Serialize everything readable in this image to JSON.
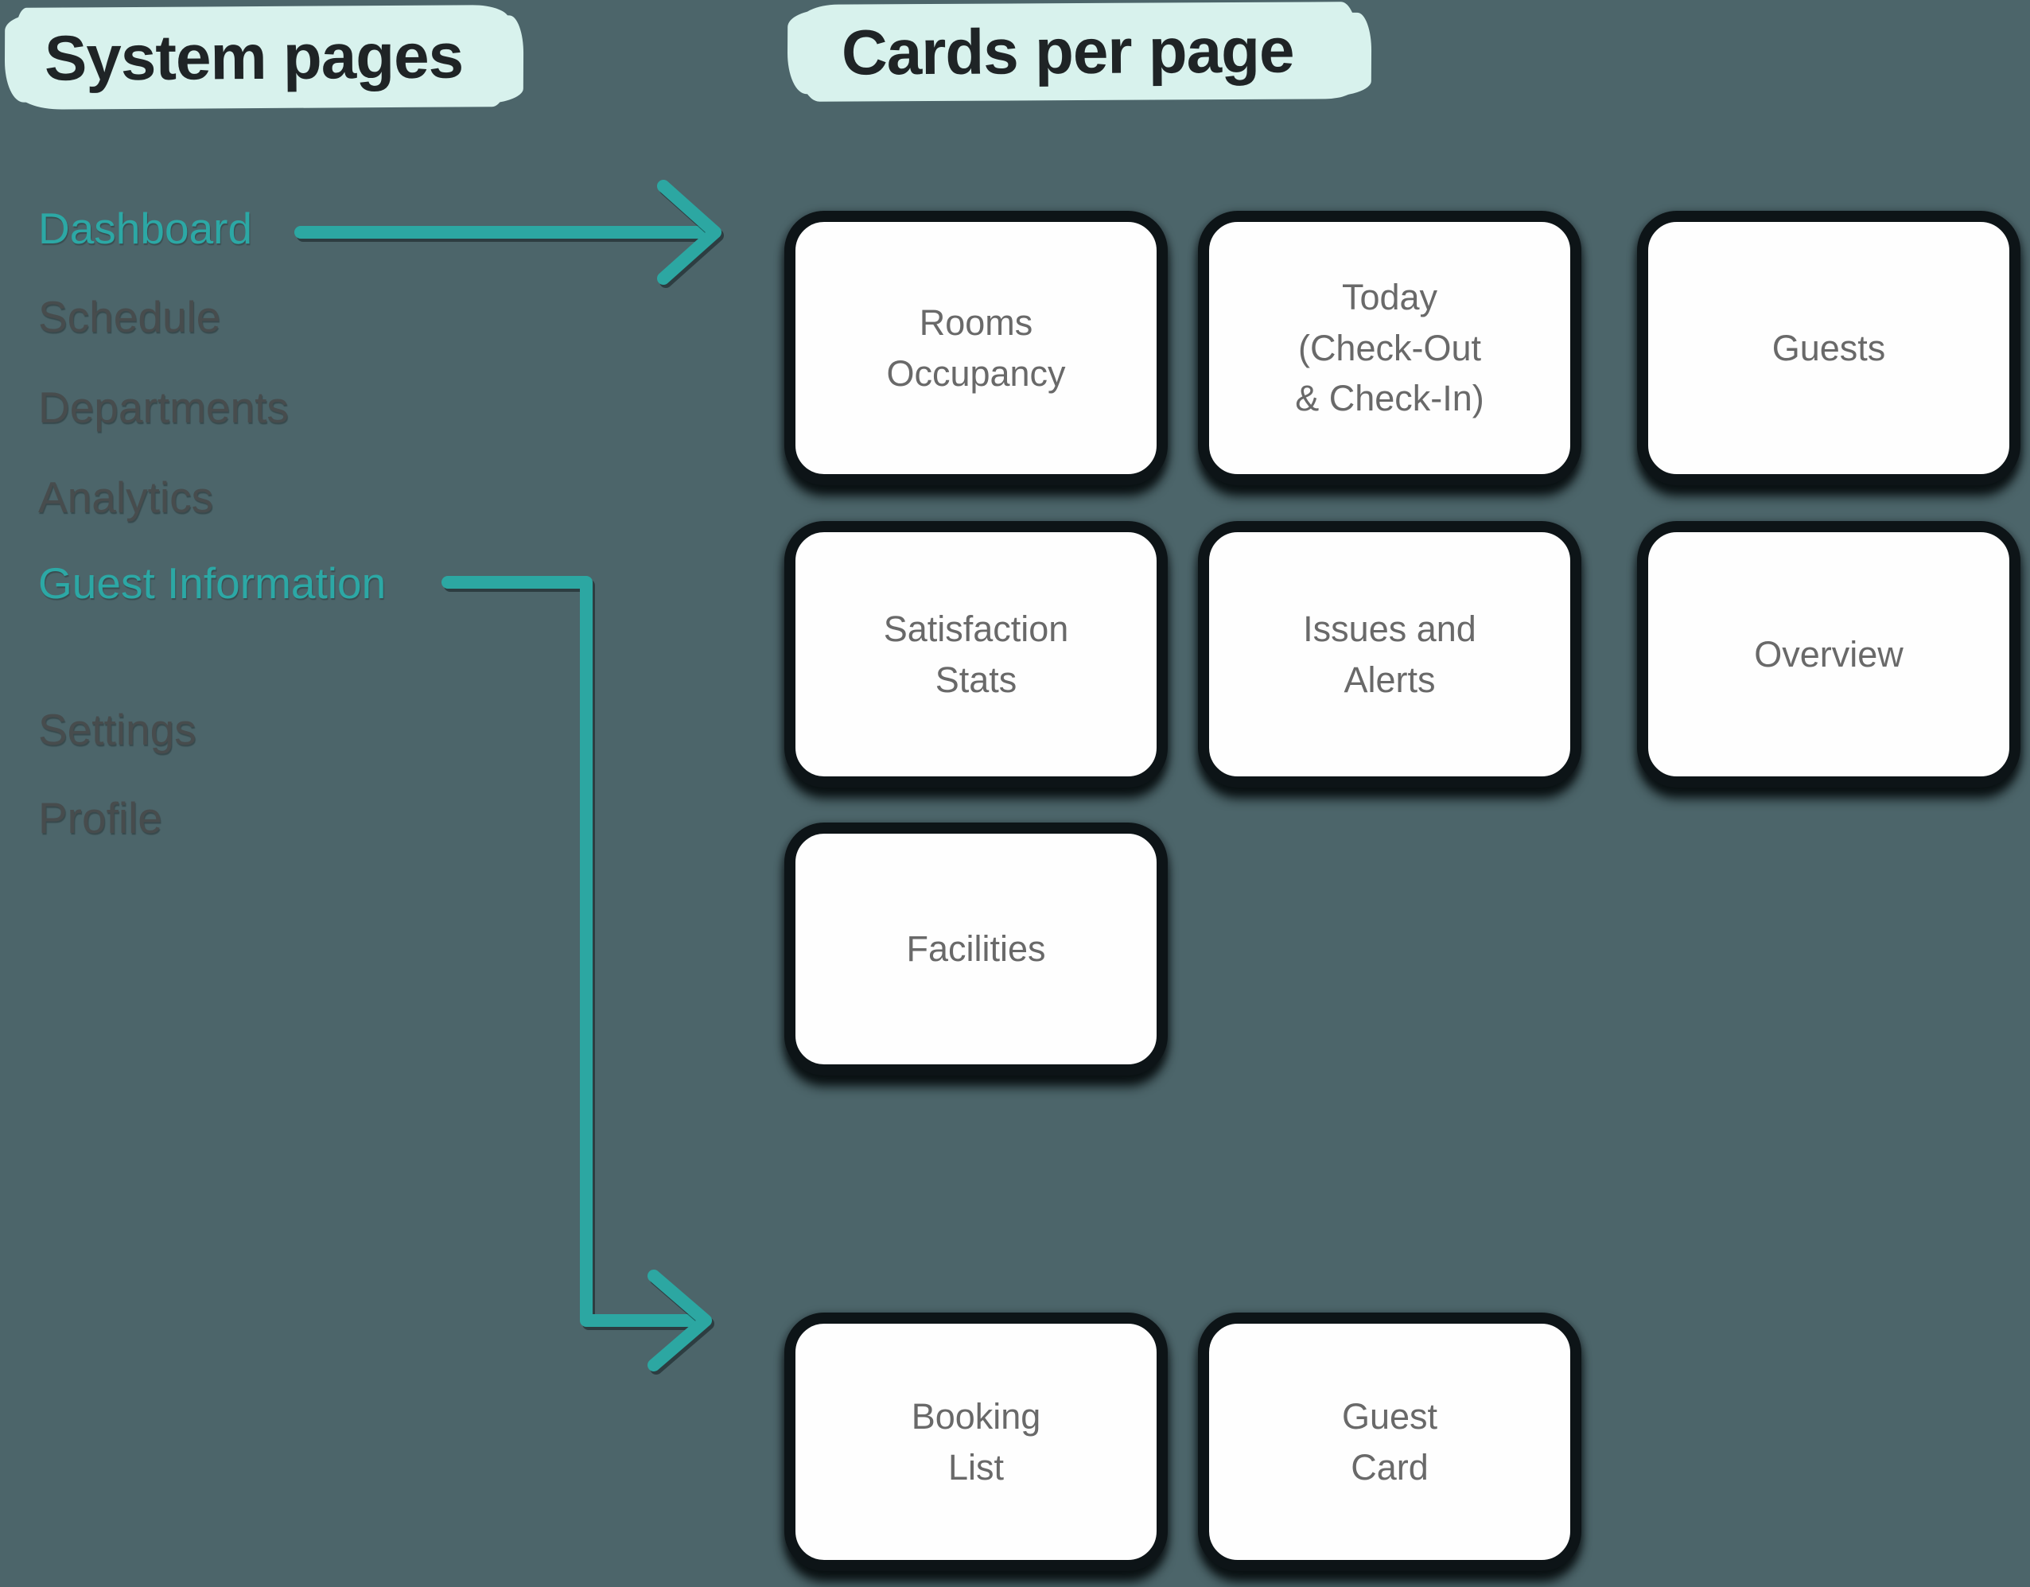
{
  "colors": {
    "background": "#4C656A",
    "accent_teal": "#2CA8A5",
    "title_highlight": "#D8F2ED",
    "title_text": "#1F2426",
    "inactive_item_text": "#474C4D",
    "card_background": "#FEFEFE",
    "card_border": "#0D1417",
    "card_text": "#696969"
  },
  "system_pages": {
    "title": "System pages",
    "items": [
      {
        "label": "Dashboard",
        "state": "active"
      },
      {
        "label": "Schedule",
        "state": "inactive"
      },
      {
        "label": "Departments",
        "state": "inactive"
      },
      {
        "label": "Analytics",
        "state": "inactive"
      },
      {
        "label": "Guest Information",
        "state": "active"
      },
      {
        "label": "Settings",
        "state": "inactive"
      },
      {
        "label": "Profile",
        "state": "inactive"
      }
    ]
  },
  "cards_per_page": {
    "title": "Cards per page",
    "dashboard_cards": [
      {
        "label": "Rooms\nOccupancy"
      },
      {
        "label": "Today\n(Check-Out\n& Check-In)"
      },
      {
        "label": "Guests"
      },
      {
        "label": "Satisfaction\nStats"
      },
      {
        "label": "Issues and\nAlerts"
      },
      {
        "label": "Overview"
      },
      {
        "label": "Facilities"
      }
    ],
    "guest_information_cards": [
      {
        "label": "Booking\nList"
      },
      {
        "label": "Guest\nCard"
      }
    ]
  },
  "connectors": [
    {
      "from": "Dashboard",
      "to": "dashboard cards row"
    },
    {
      "from": "Guest Information",
      "to": "guest information cards row"
    }
  ]
}
